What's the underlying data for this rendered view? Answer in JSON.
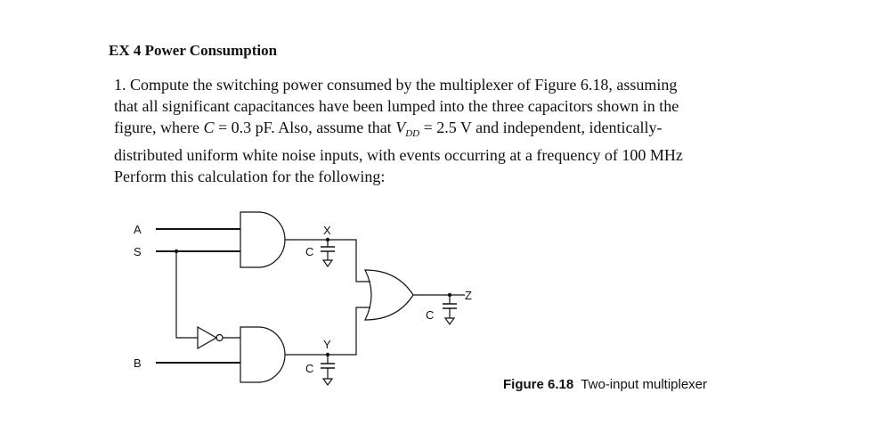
{
  "heading": "EX 4 Power Consumption",
  "problem": {
    "line1": "1. Compute the switching power consumed by the multiplexer of Figure 6.18, assuming",
    "line2": "that all significant capacitances have been lumped into the three capacitors shown in the",
    "line3_a": "figure, where ",
    "line3_c": "C",
    "line3_b": " = 0.3  pF. Also, assume that ",
    "line3_v": "V",
    "line3_sub": "DD",
    "line3_d": " = 2.5  V and independent, identically-",
    "line4": "distributed uniform white noise inputs, with events occurring at a frequency of 100 MHz",
    "line5": "Perform this calculation for the following:"
  },
  "figure": {
    "inputs": {
      "a": "A",
      "s": "S",
      "b": "B"
    },
    "nodes": {
      "x": "X",
      "y": "Y",
      "z": "Z"
    },
    "cap_label": "C",
    "caption_num": "Figure 6.18",
    "caption_text": "Two-input multiplexer"
  }
}
